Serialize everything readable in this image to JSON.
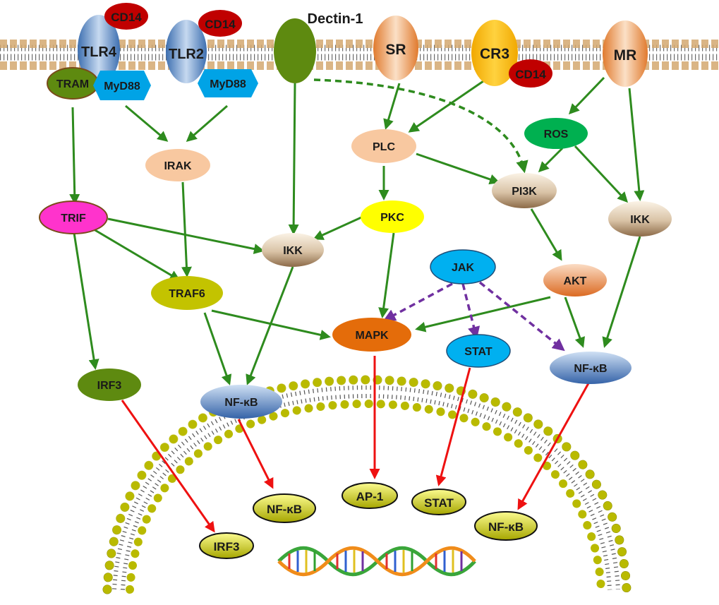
{
  "receptors": {
    "tlr4": "TLR4",
    "tlr2": "TLR2",
    "dectin": "Dectin-1",
    "sr": "SR",
    "cr3": "CR3",
    "mr": "MR",
    "cd14": "CD14",
    "tram": "TRAM",
    "myd88": "MyD88"
  },
  "nodes": {
    "irak": "IRAK",
    "plc": "PLC",
    "ros": "ROS",
    "pi3k": "PI3K",
    "trif": "TRIF",
    "pkc": "PKC",
    "ikk": "IKK",
    "jak": "JAK",
    "akt": "AKT",
    "traf6": "TRAF6",
    "mapk": "MAPK",
    "stat": "STAT",
    "nfkb": "NF-κB",
    "irf3": "IRF3"
  },
  "nuclear": {
    "nfkb": "NF-κB",
    "ap1": "AP-1",
    "stat": "STAT",
    "irf3": "IRF3"
  },
  "colors": {
    "activation_arrow": "#2e8b1e",
    "jak_stat_arrow": "#7030a0",
    "nuclear_translocation": "#ee1111"
  }
}
